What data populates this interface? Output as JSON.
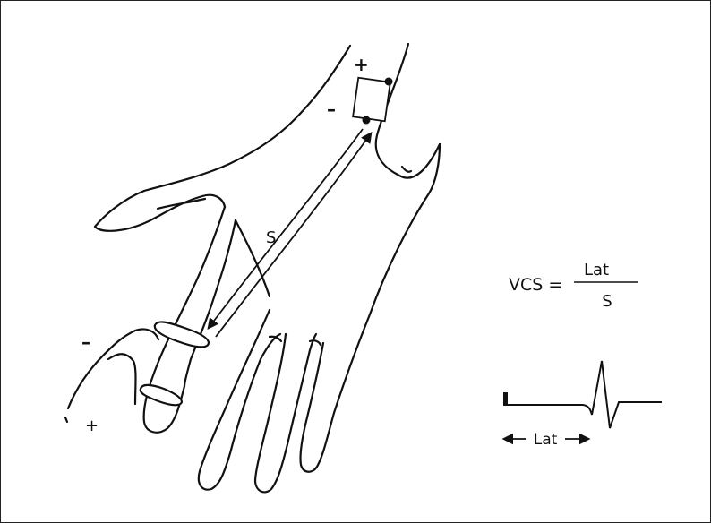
{
  "diagram": {
    "plus_top": "+",
    "minus_top": "–",
    "minus_left": "–",
    "plus_left": "+",
    "distance_label": "S",
    "formula": {
      "lhs": "VCS =",
      "numerator": "Lat",
      "denominator": "S"
    },
    "latency_label": "Lat",
    "colors": {
      "line": "#111111",
      "background": "#ffffff"
    }
  }
}
